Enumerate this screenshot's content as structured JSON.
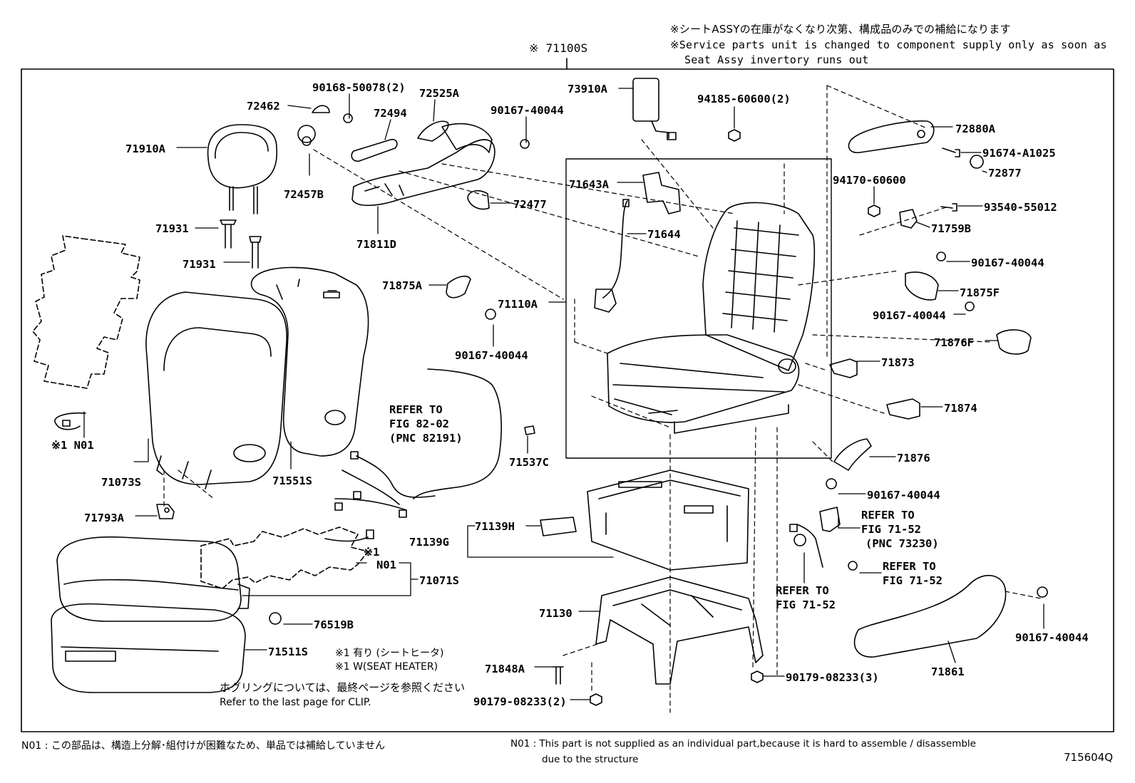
{
  "notes": {
    "jp_top": "※シートASSYの在庫がなくなり次第、構成品のみでの補給になります",
    "en_top_1": "※Service parts unit is changed to component supply only as soon as",
    "en_top_2": "Seat Assy invertory runs out",
    "assembly": "※ 71100S",
    "heater_jp": "※1  有り (シートヒータ)",
    "heater_en": "※1  W(SEAT HEATER)",
    "clip_jp": "ホグリングについては、最終ページを参照ください",
    "clip_en": "Refer to the last page for CLIP.",
    "n01_jp": "N01 : この部品は、構造上分解･組付けが困難なため、単品では補給していません",
    "n01_en_1": "N01 : This part is not supplied as an individual part,because it is hard to assemble / disassemble",
    "n01_en_2": "due to the structure",
    "figure_id": "715604Q"
  },
  "parts": [
    {
      "id": "p-72462",
      "label": "72462"
    },
    {
      "id": "p-90168",
      "label": "90168-50078(2)"
    },
    {
      "id": "p-72525A",
      "label": "72525A"
    },
    {
      "id": "p-72494",
      "label": "72494"
    },
    {
      "id": "p-90167-a",
      "label": "90167-40044"
    },
    {
      "id": "p-73910A",
      "label": "73910A"
    },
    {
      "id": "p-94185",
      "label": "94185-60600(2)"
    },
    {
      "id": "p-72880A",
      "label": "72880A"
    },
    {
      "id": "p-91674",
      "label": "91674-A1025"
    },
    {
      "id": "p-72877",
      "label": "72877"
    },
    {
      "id": "p-71910A",
      "label": "71910A"
    },
    {
      "id": "p-72457B",
      "label": "72457B"
    },
    {
      "id": "p-72477",
      "label": "72477"
    },
    {
      "id": "p-71811D",
      "label": "71811D"
    },
    {
      "id": "p-71643A",
      "label": "71643A"
    },
    {
      "id": "p-71644",
      "label": "71644"
    },
    {
      "id": "p-94170",
      "label": "94170-60600"
    },
    {
      "id": "p-93540",
      "label": "93540-55012"
    },
    {
      "id": "p-71759B",
      "label": "71759B"
    },
    {
      "id": "p-90167-b",
      "label": "90167-40044"
    },
    {
      "id": "p-71875F",
      "label": "71875F"
    },
    {
      "id": "p-90167-c",
      "label": "90167-40044"
    },
    {
      "id": "p-71876F",
      "label": "71876F"
    },
    {
      "id": "p-71931-a",
      "label": "71931"
    },
    {
      "id": "p-71931-b",
      "label": "71931"
    },
    {
      "id": "p-71875A",
      "label": "71875A"
    },
    {
      "id": "p-71110A",
      "label": "71110A"
    },
    {
      "id": "p-90167-d",
      "label": "90167-40044"
    },
    {
      "id": "p-71873",
      "label": "71873"
    },
    {
      "id": "p-71874",
      "label": "71874"
    },
    {
      "id": "p-n01-a",
      "label": "※1 N01"
    },
    {
      "id": "p-refer-82",
      "label": "REFER TO"
    },
    {
      "id": "p-refer-82b",
      "label": "FIG 82-02"
    },
    {
      "id": "p-refer-82c",
      "label": "(PNC 82191)"
    },
    {
      "id": "p-71537C",
      "label": "71537C"
    },
    {
      "id": "p-71876",
      "label": "71876"
    },
    {
      "id": "p-71073S",
      "label": "71073S"
    },
    {
      "id": "p-71551S",
      "label": "71551S"
    },
    {
      "id": "p-90167-e",
      "label": "90167-40044"
    },
    {
      "id": "p-71793A",
      "label": "71793A"
    },
    {
      "id": "p-refer-71a",
      "label": "REFER TO"
    },
    {
      "id": "p-refer-71a2",
      "label": "FIG 71-52"
    },
    {
      "id": "p-refer-71a3",
      "label": "(PNC 73230)"
    },
    {
      "id": "p-71139H",
      "label": "71139H"
    },
    {
      "id": "p-71139G",
      "label": "71139G"
    },
    {
      "id": "p-star1",
      "label": "※1"
    },
    {
      "id": "p-n01-b",
      "label": "N01"
    },
    {
      "id": "p-71071S",
      "label": "71071S"
    },
    {
      "id": "p-refer-71b",
      "label": "REFER TO"
    },
    {
      "id": "p-refer-71b2",
      "label": "FIG 71-52"
    },
    {
      "id": "p-refer-71c",
      "label": "REFER TO"
    },
    {
      "id": "p-refer-71c2",
      "label": "FIG 71-52"
    },
    {
      "id": "p-76519B",
      "label": "76519B"
    },
    {
      "id": "p-71130",
      "label": "71130"
    },
    {
      "id": "p-90167-f",
      "label": "90167-40044"
    },
    {
      "id": "p-71511S",
      "label": "71511S"
    },
    {
      "id": "p-71861",
      "label": "71861"
    },
    {
      "id": "p-71848A",
      "label": "71848A"
    },
    {
      "id": "p-90179-3",
      "label": "90179-08233(3)"
    },
    {
      "id": "p-90179-2",
      "label": "90179-08233(2)"
    }
  ]
}
